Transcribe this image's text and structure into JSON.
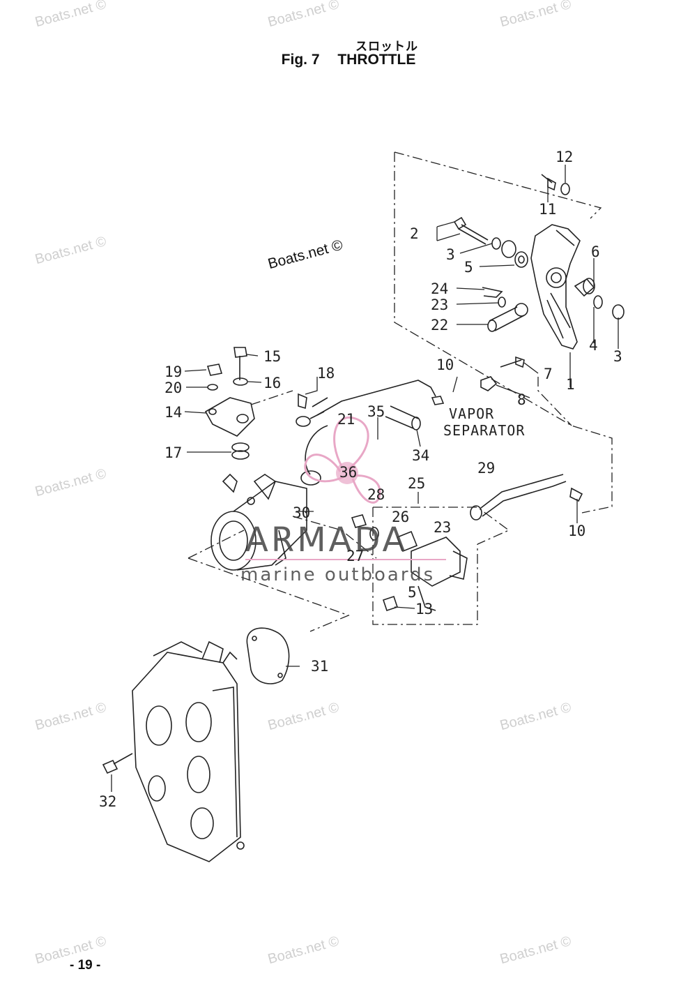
{
  "header": {
    "title_jp": "スロットル",
    "fig_label": "Fig. 7",
    "fig_title": "THROTTLE"
  },
  "watermarks": {
    "site": "Boats.net ©"
  },
  "brand": {
    "name": "ARMADA",
    "tagline": "marine outboards",
    "accent_color": "#e8a7c6"
  },
  "callouts": {
    "p1": "1",
    "p2": "2",
    "p3a": "3",
    "p3b": "3",
    "p4": "4",
    "p5a": "5",
    "p5b": "5",
    "p6": "6",
    "p7": "7",
    "p8": "8",
    "p10a": "10",
    "p10b": "10",
    "p11": "11",
    "p12": "12",
    "p13": "13",
    "p14": "14",
    "p15": "15",
    "p16": "16",
    "p17": "17",
    "p18": "18",
    "p19": "19",
    "p20": "20",
    "p21": "21",
    "p22": "22",
    "p23a": "23",
    "p23b": "23",
    "p24": "24",
    "p25": "25",
    "p26": "26",
    "p27": "27",
    "p28": "28",
    "p29": "29",
    "p30": "30",
    "p31": "31",
    "p32": "32",
    "p34": "34",
    "p35": "35",
    "p36": "36"
  },
  "annotations": {
    "vapor_line1": "VAPOR",
    "vapor_line2": "SEPARATOR"
  },
  "footer": {
    "page_number": "- 19 -"
  }
}
